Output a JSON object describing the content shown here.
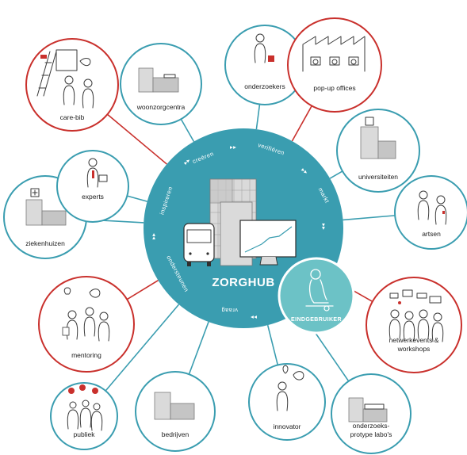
{
  "hub": {
    "title": "ZORGHUB",
    "ring_labels": [
      "creëren",
      "verifiëren",
      "markt",
      "vraag",
      "ondersteunen",
      "inspireren"
    ],
    "arrow_glyph": "▸▸"
  },
  "end_user": {
    "label": "EINDGEBRUIKER"
  },
  "nodes": [
    {
      "id": "care-bib",
      "label": "care-bib",
      "ring_color": "red",
      "icon": "people-with-books-icon"
    },
    {
      "id": "woonzorgcentra",
      "label": "woonzorgcentra",
      "ring_color": "teal",
      "icon": "building-icon"
    },
    {
      "id": "onderzoekers",
      "label": "onderzoekers",
      "ring_color": "teal",
      "icon": "researcher-icon"
    },
    {
      "id": "pop-up-offices",
      "label": "pop-up offices",
      "ring_color": "red",
      "icon": "factory-office-icon"
    },
    {
      "id": "universiteiten",
      "label": "universiteiten",
      "ring_color": "teal",
      "icon": "university-building-icon"
    },
    {
      "id": "artsen",
      "label": "artsen",
      "ring_color": "teal",
      "icon": "doctors-icon"
    },
    {
      "id": "netwerkevents",
      "label_lines": [
        "netwerkevents &",
        "workshops"
      ],
      "ring_color": "red",
      "icon": "workshop-people-icon"
    },
    {
      "id": "onderzoeks-labos",
      "label_lines": [
        "onderzoeks-",
        "protype labo's"
      ],
      "ring_color": "teal",
      "icon": "lab-building-icon"
    },
    {
      "id": "innovator",
      "label": "innovator",
      "ring_color": "teal",
      "icon": "innovator-person-icon"
    },
    {
      "id": "bedrijven",
      "label": "bedrijven",
      "ring_color": "teal",
      "icon": "company-building-icon"
    },
    {
      "id": "publiek",
      "label": "publiek",
      "ring_color": "teal",
      "icon": "public-crowd-icon"
    },
    {
      "id": "mentoring",
      "label": "mentoring",
      "ring_color": "red",
      "icon": "mentoring-people-icon"
    },
    {
      "id": "ziekenhuizen",
      "label": "ziekenhuizen",
      "ring_color": "teal",
      "icon": "hospital-building-icon"
    },
    {
      "id": "experts",
      "label": "experts",
      "ring_color": "teal",
      "icon": "expert-person-icon"
    }
  ],
  "colors": {
    "teal": "#3a9db0",
    "red": "#c9302c",
    "hub": "#3a9db0",
    "end_user": "#6cc2c6"
  }
}
